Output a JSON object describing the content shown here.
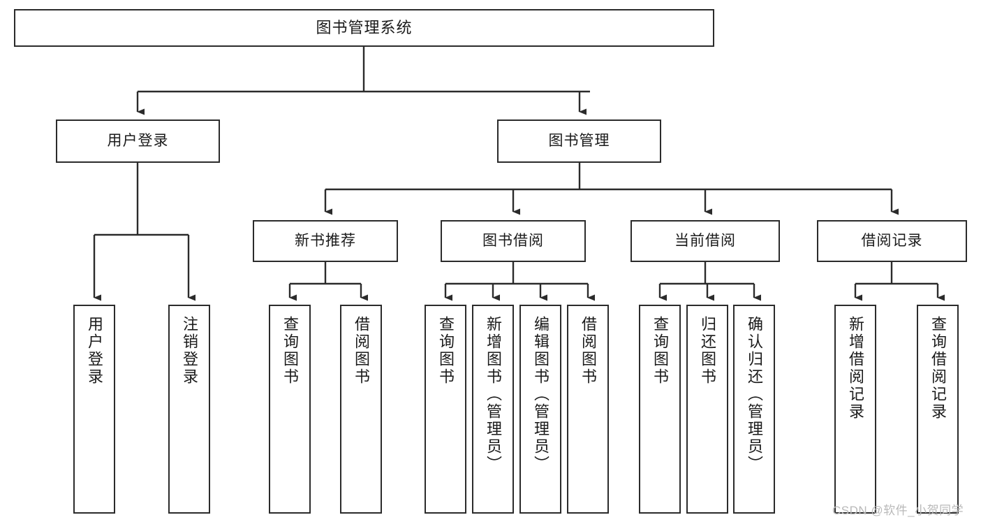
{
  "diagram": {
    "type": "tree",
    "title": "图书管理系统",
    "watermark": "CSDN @软件_小贺同学",
    "colors": {
      "box_border": "#2b2b2b",
      "box_fill": "#ffffff",
      "connector": "#2b2b2b",
      "text": "#1a1a1a",
      "watermark": "#b9b9b9",
      "background": "#ffffff"
    },
    "nodes": {
      "root": {
        "label": "图书管理系统"
      },
      "level2": [
        {
          "label": "用户登录"
        },
        {
          "label": "图书管理"
        }
      ],
      "level3": [
        {
          "label": "新书推荐"
        },
        {
          "label": "图书借阅"
        },
        {
          "label": "当前借阅"
        },
        {
          "label": "借阅记录"
        }
      ],
      "leaves_user_login": [
        {
          "label": "用户登录"
        },
        {
          "label": "注销登录"
        }
      ],
      "leaves_new_book": [
        {
          "label": "查询图书"
        },
        {
          "label": "借阅图书"
        }
      ],
      "leaves_borrow": [
        {
          "label": "查询图书"
        },
        {
          "label": "新增图书（管理员）"
        },
        {
          "label": "编辑图书（管理员）"
        },
        {
          "label": "借阅图书"
        }
      ],
      "leaves_current": [
        {
          "label": "查询图书"
        },
        {
          "label": "归还图书"
        },
        {
          "label": "确认归还（管理员）"
        }
      ],
      "leaves_records": [
        {
          "label": "新增借阅记录"
        },
        {
          "label": "查询借阅记录"
        }
      ]
    }
  }
}
